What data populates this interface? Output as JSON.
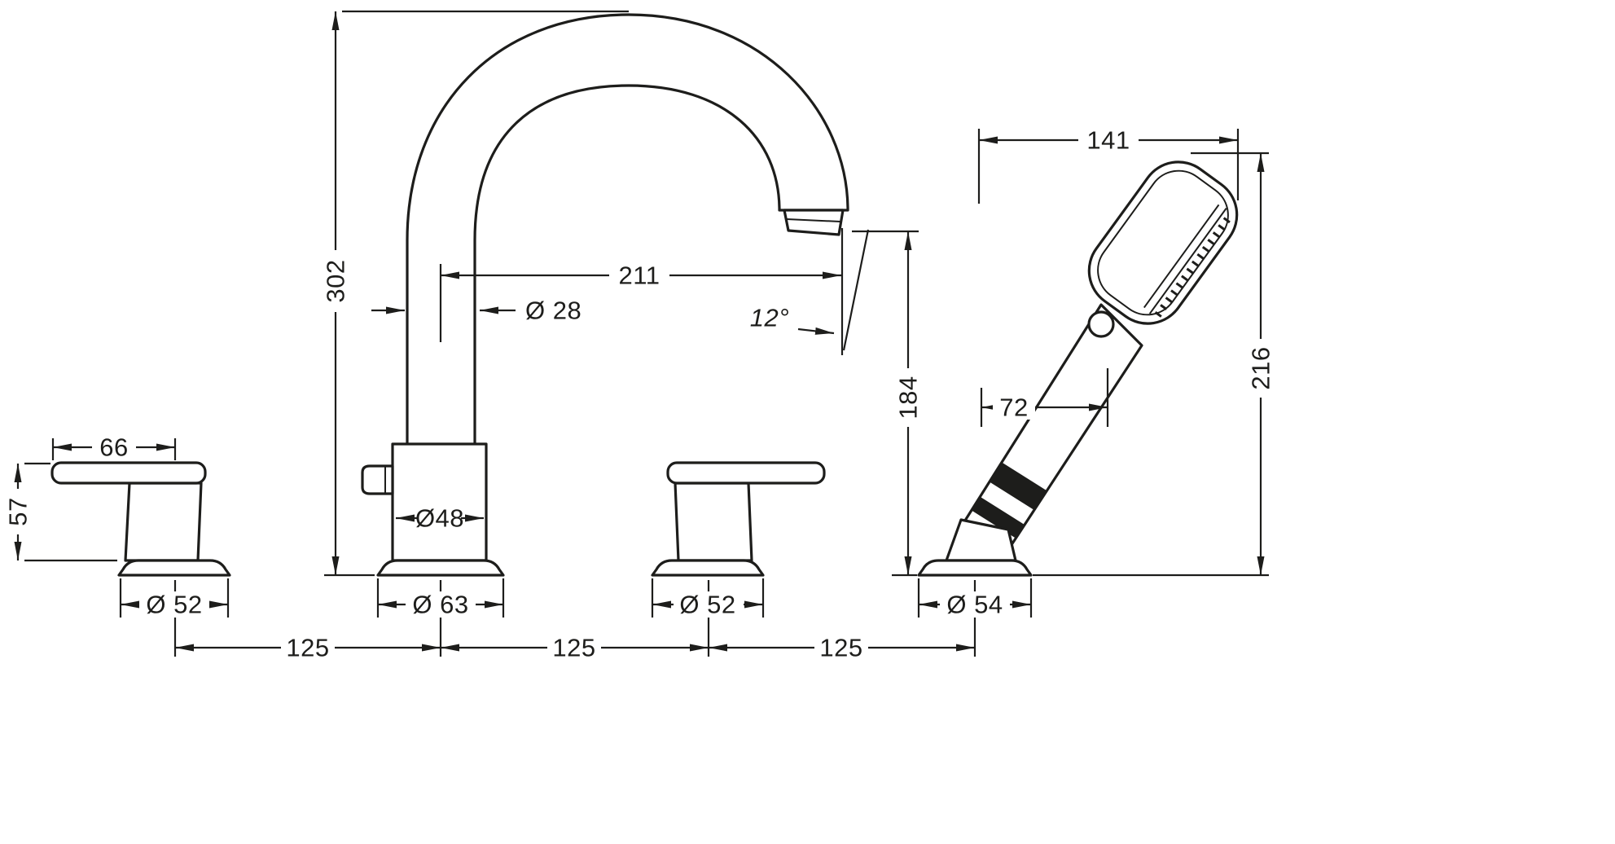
{
  "drawing": {
    "type": "technical-dimension-drawing",
    "product": "4-hole deck-mounted bath mixer with swivel spout and hand shower",
    "line_color": "#1d1d1b",
    "background_color": "#ffffff",
    "units": "mm",
    "dims": {
      "spout_height": "302",
      "spout_reach": "211",
      "spout_tube_diameter": "Ø 28",
      "stream_angle": "12°",
      "spout_outlet_height": "184",
      "spout_body_diameter": "Ø48",
      "spout_base_diameter": "Ø 63",
      "handle_length": "66",
      "handle_height": "57",
      "handle_base_left": "Ø 52",
      "handle_base_right": "Ø 52",
      "handshower_reach": "141",
      "handshower_height": "216",
      "handshower_offset": "72",
      "handshower_base": "Ø 54",
      "pitch_left": "125",
      "pitch_center": "125",
      "pitch_right": "125"
    }
  }
}
